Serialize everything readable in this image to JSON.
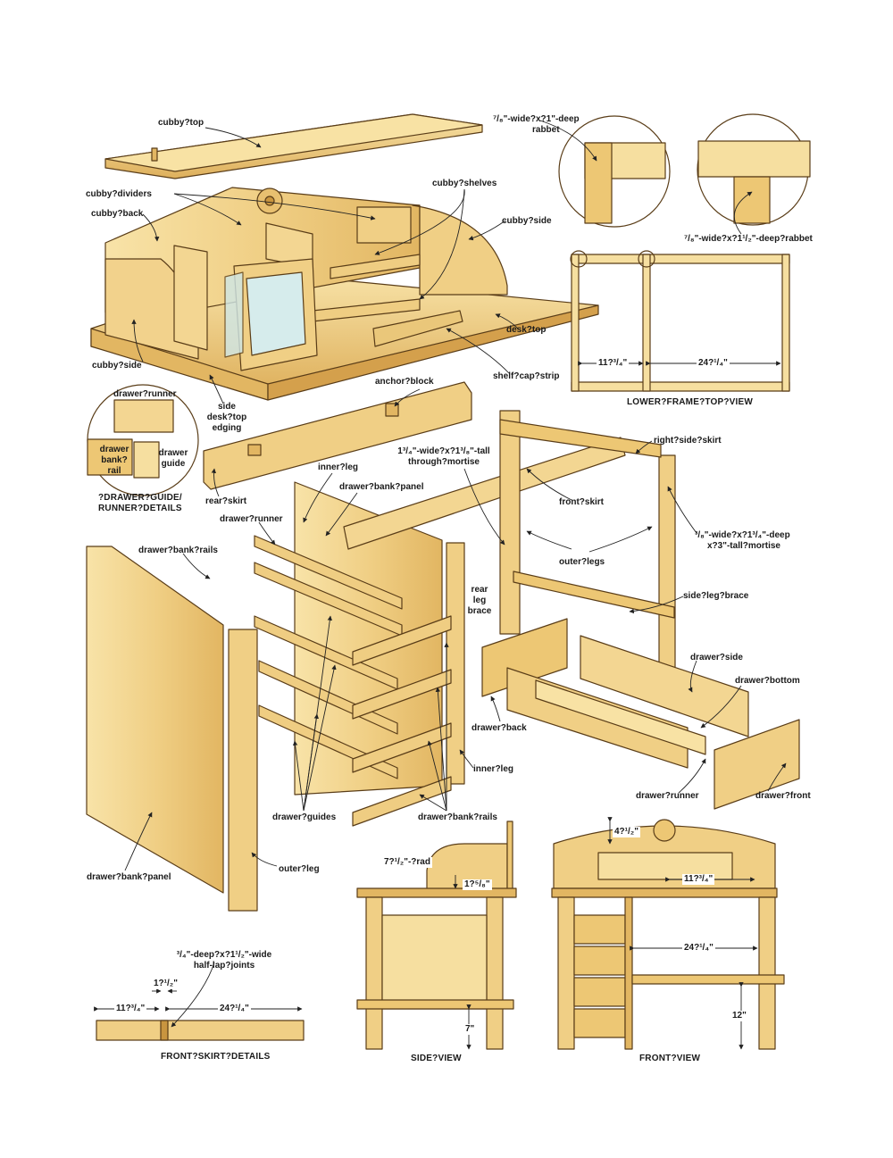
{
  "parts": {
    "cubby_top": "cubby?top",
    "cubby_dividers": "cubby?dividers",
    "cubby_back": "cubby?back",
    "cubby_shelves": "cubby?shelves",
    "cubby_side_right": "cubby?side",
    "cubby_side_left": "cubby?side",
    "desk_top": "desk?top",
    "shelf_cap_strip": "shelf?cap?strip",
    "side_edging": [
      "side",
      "desk?top",
      "edging"
    ],
    "anchor_block": "anchor?block",
    "rear_skirt": "rear?skirt",
    "inner_leg_top": "inner?leg",
    "drawer_bank_panel_top": "drawer?bank?panel",
    "drawer_runner_mid": "drawer?runner",
    "drawer_bank_rails_top": "drawer?bank?rails",
    "front_skirt": "front?skirt",
    "right_side_skirt": "right?side?skirt",
    "outer_legs": "outer?legs",
    "side_leg_brace": "side?leg?brace",
    "rear_leg_brace": [
      "rear",
      "leg",
      "brace"
    ],
    "drawer_side": "drawer?side",
    "drawer_bottom": "drawer?bottom",
    "drawer_back": "drawer?back",
    "inner_leg_bottom": "inner?leg",
    "drawer_runner_bottom": "drawer?runner",
    "drawer_front": "drawer?front",
    "drawer_guides": "drawer?guides",
    "drawer_bank_rails_bottom": "drawer?bank?rails",
    "drawer_bank_panel_bottom": "drawer?bank?panel",
    "outer_leg": "outer?leg"
  },
  "detail": {
    "rabbet_top": [
      "⁷/₈\"-wide?x?1\"-deep",
      "rabbet"
    ],
    "rabbet_right": "⁷/₈\"-wide?x?1¹/₂\"-deep?rabbet",
    "mortise_front": [
      "1³/₄\"-wide?x?1³/₈\"-tall",
      "through?mortise"
    ],
    "mortise_side": [
      "³/₈\"-wide?x?1³/₄\"-deep",
      "x?3\"-tall?mortise"
    ],
    "guide_runner": {
      "runner": "drawer?runner",
      "bank_rail": [
        "drawer",
        "bank?",
        "rail"
      ],
      "guide": [
        "drawer",
        "guide"
      ],
      "caption": [
        "?DRAWER?GUIDE/",
        "RUNNER?DETAILS"
      ]
    },
    "half_lap": [
      "³/₄\"-deep?x?1¹/₂\"-wide",
      "half-lap?joints"
    ]
  },
  "dimensions": {
    "lower_frame_left": "11?³/₄\"",
    "lower_frame_right": "24?¹/₄\"",
    "skirt_gap": "1?¹/₂\"",
    "skirt_left": "11?³/₄\"",
    "skirt_right": "24?¹/₄\"",
    "side_radius": "7?¹/₂\"-?rad",
    "side_height": "1?⁵/₈\"",
    "side_brace": "7\"",
    "front_arch": "4?¹/₂\"",
    "front_cubby": "11?³/₄\"",
    "front_opening": "24?¹/₄\"",
    "front_brace": "12\""
  },
  "captions": {
    "lower_frame": "LOWER?FRAME?TOP?VIEW",
    "front_skirt": "FRONT?SKIRT?DETAILS",
    "side_view": "SIDE?VIEW",
    "front_view": "FRONT?VIEW"
  },
  "colors": {
    "wood_light": "#f6dfa0",
    "wood_mid": "#edc774",
    "wood_dark": "#c9953f",
    "edge": "#5a3d18",
    "glass": "#cfe7e8"
  }
}
